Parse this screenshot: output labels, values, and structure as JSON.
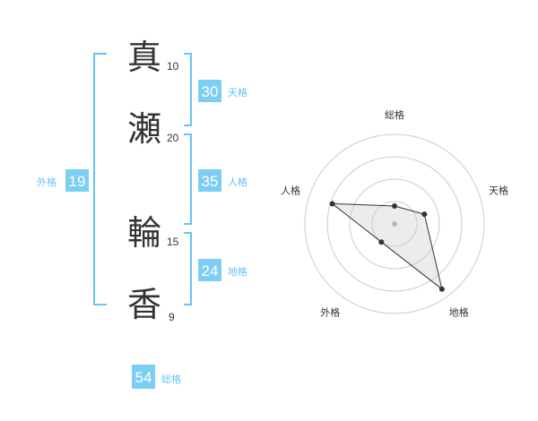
{
  "name_chars": [
    {
      "char": "真",
      "strokes": "10"
    },
    {
      "char": "瀬",
      "strokes": "20"
    },
    {
      "char": "輪",
      "strokes": "15"
    },
    {
      "char": "香",
      "strokes": "9"
    }
  ],
  "scores": {
    "tenkaku": {
      "value": "30",
      "label": "天格"
    },
    "jinkaku": {
      "value": "35",
      "label": "人格"
    },
    "chikaku": {
      "value": "24",
      "label": "地格"
    },
    "gaikaku": {
      "value": "19",
      "label": "外格"
    },
    "soukaku": {
      "value": "54",
      "label": "総格"
    }
  },
  "colors": {
    "accent": "#7ecef4",
    "bracket": "#66c3f5",
    "text": "#333333"
  },
  "chart_data": {
    "type": "radar",
    "axes": [
      "総格",
      "天格",
      "地格",
      "外格",
      "人格"
    ],
    "values": [
      0.2,
      0.35,
      0.9,
      0.25,
      0.73
    ],
    "rings": 4,
    "max": 1
  }
}
